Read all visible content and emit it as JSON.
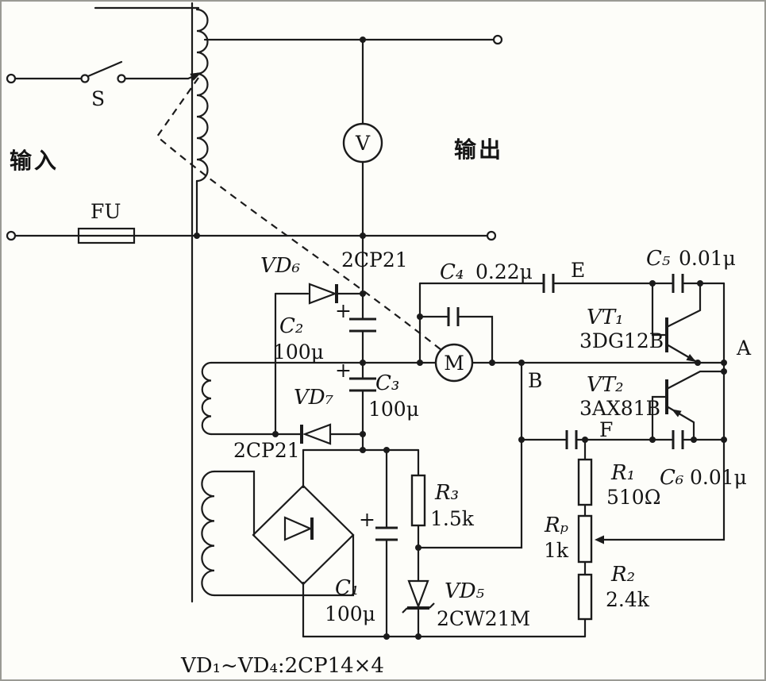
{
  "page": {
    "input_label": "输入",
    "output_label": "输出",
    "switch_label": "S",
    "fuse_label": "FU",
    "voltmeter_label": "V",
    "motor_label": "M",
    "node_a": "A",
    "node_b": "B",
    "node_e": "E",
    "node_f": "F",
    "plus_sign": "+",
    "bridge_note": "VD₁~VD₄:2CP14×4",
    "components": {
      "vd6": {
        "name": "VD₆",
        "type": "2CP21"
      },
      "vd7": {
        "name": "VD₇",
        "type": "2CP21"
      },
      "vd5": {
        "name": "VD₅",
        "type": "2CW21M"
      },
      "c1": {
        "name": "C₁",
        "value": "100μ"
      },
      "c2": {
        "name": "C₂",
        "value": "100μ"
      },
      "c3": {
        "name": "C₃",
        "value": "100μ"
      },
      "c4": {
        "name": "C₄",
        "value": "0.22μ"
      },
      "c5": {
        "name": "C₅",
        "value": "0.01μ"
      },
      "c6": {
        "name": "C₆",
        "value": "0.01μ"
      },
      "r1": {
        "name": "R₁",
        "value": "510Ω"
      },
      "r2": {
        "name": "R₂",
        "value": "2.4k"
      },
      "r3": {
        "name": "R₃",
        "value": "1.5k"
      },
      "rp": {
        "name": "Rₚ",
        "value": "1k"
      },
      "vt1": {
        "name": "VT₁",
        "type": "3DG12B"
      },
      "vt2": {
        "name": "VT₂",
        "type": "3AX81B"
      }
    }
  }
}
